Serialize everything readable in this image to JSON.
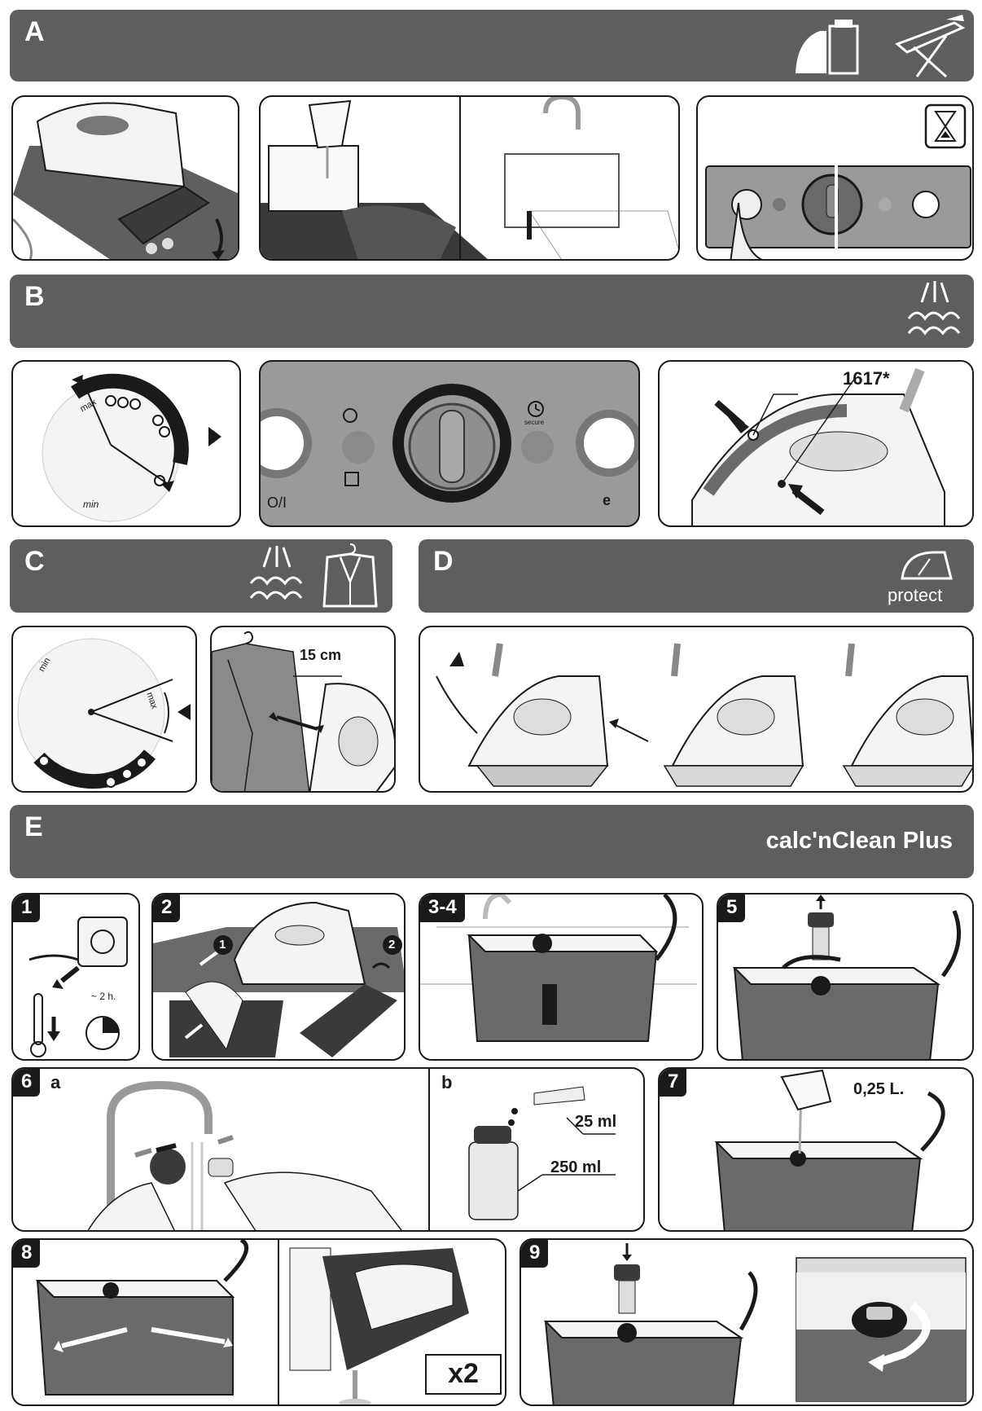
{
  "sections": {
    "a": {
      "letter": "A"
    },
    "b": {
      "letter": "B"
    },
    "c": {
      "letter": "C"
    },
    "d": {
      "letter": "D",
      "badge": "protect"
    },
    "e": {
      "letter": "E",
      "title": "calc'nClean Plus"
    }
  },
  "panel_b": {
    "model_code": "1617*",
    "dial_min": "min",
    "dial_max": "max",
    "onoff": "O/I",
    "secure": "secure",
    "e_button": "e"
  },
  "panel_c": {
    "distance": "15 cm",
    "dial_min": "min",
    "dial_max": "max"
  },
  "steps": {
    "s1": {
      "num": "1",
      "time": "~ 2 h."
    },
    "s2": {
      "num": "2",
      "marker1": "1",
      "marker2": "2"
    },
    "s34": {
      "num": "3-4"
    },
    "s5": {
      "num": "5"
    },
    "s6": {
      "num": "6",
      "sub_a": "a",
      "sub_b": "b",
      "vol_small": "25 ml",
      "vol_large": "250 ml"
    },
    "s7": {
      "num": "7",
      "volume": "0,25 L."
    },
    "s8": {
      "num": "8",
      "repeat": "x2"
    },
    "s9": {
      "num": "9"
    }
  },
  "colors": {
    "bar": "#5e5e60",
    "line": "#1a1a1a",
    "body": "#6a6a6c"
  }
}
